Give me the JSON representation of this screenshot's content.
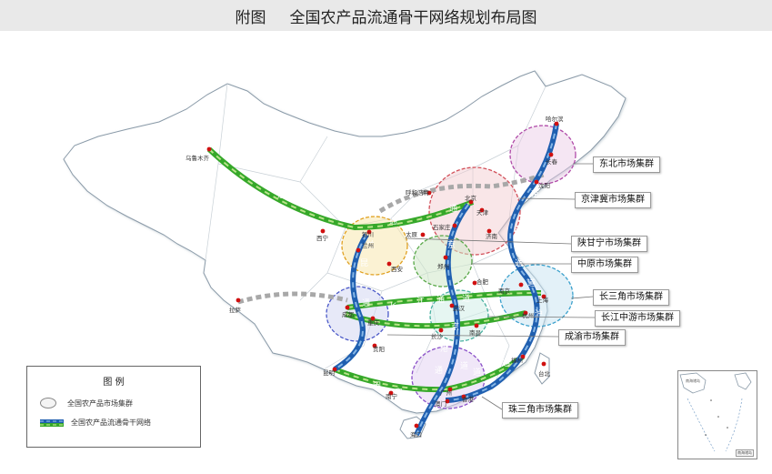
{
  "title": {
    "prefix": "附图",
    "main": "全国农产品流通骨干网络规划布局图"
  },
  "cluster_labels": [
    "东北市场集群",
    "京津冀市场集群",
    "陕甘宁市场集群",
    "中原市场集群",
    "长三角市场集群",
    "长江中游市场集群",
    "成渝市场集群",
    "珠三角市场集群"
  ],
  "cities": [
    "乌鲁木齐",
    "哈尔滨",
    "长春",
    "沈阳",
    "呼和浩特",
    "北京",
    "天津",
    "银川",
    "兰州",
    "西宁",
    "太原",
    "石家庄",
    "济南",
    "西安",
    "郑州",
    "南京",
    "合肥",
    "上海",
    "拉萨",
    "成都",
    "重庆",
    "武汉",
    "杭州",
    "长沙",
    "南昌",
    "贵阳",
    "昆明",
    "福州",
    "南宁",
    "广州",
    "香港",
    "澳门",
    "海口",
    "台北"
  ],
  "route_chars": [
    "京",
    "兰",
    "通",
    "昆",
    "通",
    "京",
    "通",
    "长",
    "江",
    "通",
    "道",
    "京",
    "哈",
    "通",
    "道",
    "沪",
    "通",
    "道",
    "京",
    "港",
    "闽",
    "粤",
    "通",
    "道"
  ],
  "legend": {
    "title": "图 例",
    "cluster": "全国农产品市场集群",
    "route": "全国农产品流通骨干网络"
  },
  "inset": {
    "islands": "南海诸岛",
    "caption": "南海诸岛"
  },
  "colors": {
    "route_blue": "#1f5fb0",
    "route_blue_dash": "#86b6e6",
    "route_green": "#36a82a",
    "route_green_dash": "#b8e48a",
    "planned_gray": "#a8a8a8",
    "land": "#ffffff",
    "sea": "#ffffff",
    "border": "#8a9aa8"
  }
}
